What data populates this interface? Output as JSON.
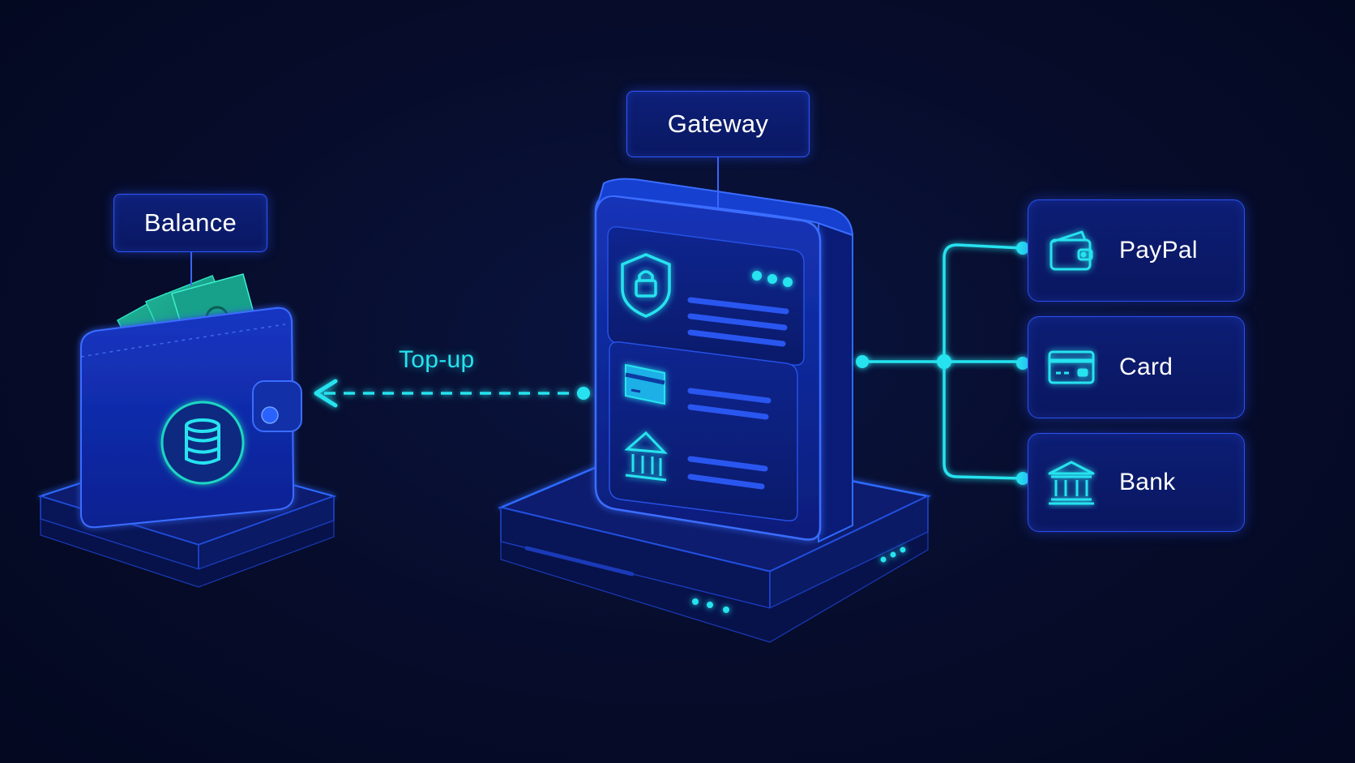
{
  "nodes": {
    "balance": {
      "label": "Balance"
    },
    "gateway": {
      "label": "Gateway"
    }
  },
  "flow": {
    "topup_label": "Top-up"
  },
  "payment_methods": [
    {
      "name": "PayPal",
      "icon": "wallet-icon"
    },
    {
      "name": "Card",
      "icon": "credit-card-icon"
    },
    {
      "name": "Bank",
      "icon": "bank-icon"
    }
  ],
  "colors": {
    "background": "#060c2a",
    "node_fill": "#0c1d74",
    "node_border": "#2f56ff",
    "connector": "#27e3ef",
    "accent_green": "#1fb59a"
  }
}
